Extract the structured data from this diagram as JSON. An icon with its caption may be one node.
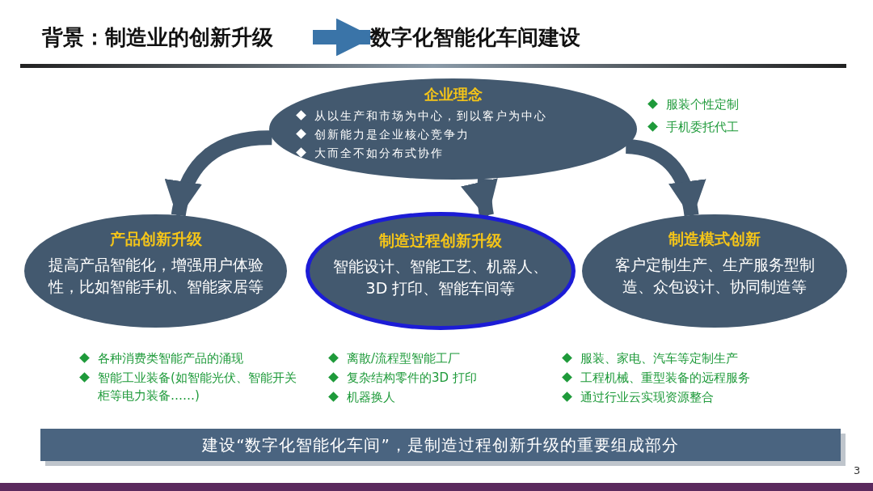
{
  "diagram": {
    "nodes": [
      {
        "text": [
          "背景：制造业的创新升级"
        ]
      },
      {
        "text": [
          "数字化智能化车间建设"
        ]
      },
      {
        "text": [
          "企业理念",
          "从以生产和市场为中心，到以客户为中心",
          "创新能力是企业核心竞争力",
          "大而全不如分布式协作"
        ],
        "beside": [
          "服装个性定制",
          "手机委托代工"
        ]
      },
      {
        "text": [
          "产品创新升级",
          "提高产品智能化，增强用户体验性，比如智能手机、智能家居等"
        ],
        "beside": [
          "各种消费类智能产品的涌现",
          "智能工业装备(如智能光伏、智能开关柜等电力装备……)"
        ]
      },
      {
        "text": [
          "制造过程创新升级",
          "智能设计、智能工艺、机器人、3D 打印、智能车间等"
        ],
        "beside": [
          "离散/流程型智能工厂",
          "复杂结构零件的3D 打印",
          "机器换人"
        ]
      },
      {
        "text": [
          "制造模式创新",
          "客户定制生产、生产服务型制造、众包设计、协同制造等"
        ],
        "beside": [
          "服装、家电、汽车等定制生产",
          "工程机械、重型装备的远程服务",
          "通过行业云实现资源整合"
        ]
      },
      {
        "text": [
          "建设“数字化智能化车间”，是制造过程创新升级的重要组成部分"
        ]
      }
    ],
    "edges": [
      {
        "from": 0,
        "to": 1,
        "arrow": "to",
        "color": "#3a74a8"
      },
      {
        "from": 2,
        "to": 3,
        "arrow": "to"
      },
      {
        "from": 2,
        "to": 4,
        "arrow": "to"
      },
      {
        "from": 2,
        "to": 5,
        "arrow": "to"
      }
    ],
    "labels": [
      "3"
    ]
  }
}
